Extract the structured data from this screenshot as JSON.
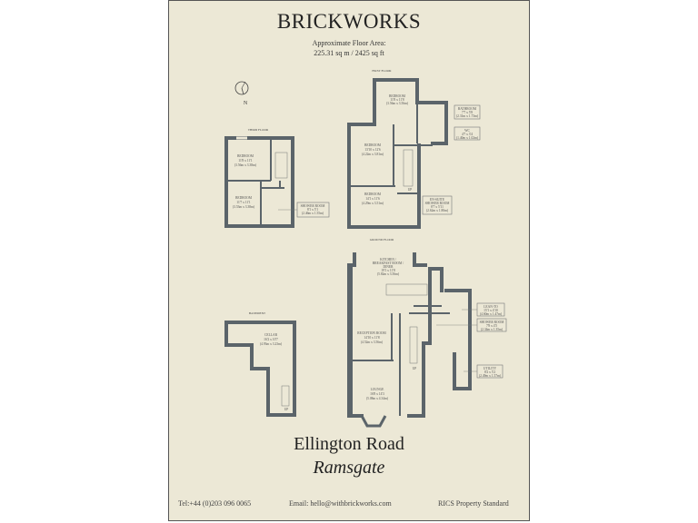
{
  "brand": "BRICKWORKS",
  "floor_area": {
    "label": "Approximate Floor Area:",
    "value": "225.31 sq m / 2425 sq ft"
  },
  "compass": "N",
  "floors": {
    "third": {
      "label": "THIRD FLOOR",
      "rooms": [
        {
          "name": "BEDROOM",
          "imperial": "11'8 x 11'1",
          "metric": "(3.56m x 3.38m)"
        },
        {
          "name": "BEDROOM",
          "imperial": "11'7 x 11'1",
          "metric": "(3.53m x 3.38m)"
        },
        {
          "name": "SHOWER ROOM",
          "imperial": "8'1 x 5'1",
          "metric": "(2.46m x 1.55m)"
        }
      ]
    },
    "first": {
      "label": "FIRST FLOOR",
      "rooms": [
        {
          "name": "BEDROOM",
          "imperial": "11'8 x 11'8",
          "metric": "(3.56m x 3.56m)"
        },
        {
          "name": "BATHROOM",
          "imperial": "7'7 x 5'8",
          "metric": "(2.31m x 1.73m)"
        },
        {
          "name": "WC",
          "imperial": "4'7 x 3'4",
          "metric": "(1.40m x 1.02m)"
        },
        {
          "name": "BEDROOM",
          "imperial": "13'10 x 12'6",
          "metric": "(4.22m x 3.81m)"
        },
        {
          "name": "BEDROOM",
          "imperial": "14'1 x 11'6",
          "metric": "(4.29m x 3.51m)"
        },
        {
          "name": "EN-SUITE",
          "name2": "SHOWER ROOM",
          "imperial": "8'7 x 5'11",
          "metric": "(2.62m x 1.80m)"
        }
      ]
    },
    "ground": {
      "label": "GROUND FLOOR",
      "rooms": [
        {
          "name": "KITCHEN /",
          "name2": "BREAKFAST ROOM /",
          "name3": "DINER",
          "imperial": "19'1 x 11'8",
          "metric": "(5.82m x 3.56m)"
        },
        {
          "name": "LEAN-TO",
          "imperial": "15'1 x 4'10",
          "metric": "(4.60m x 1.47m)"
        },
        {
          "name": "SHOWER ROOM",
          "imperial": "7'8 x 4'5",
          "metric": "(2.34m x 1.35m)"
        },
        {
          "name": "RECEPTION ROOM",
          "imperial": "14'10 x 11'8",
          "metric": "(4.52m x 3.56m)"
        },
        {
          "name": "UTILITY",
          "imperial": "8'2 x 5'2",
          "metric": "(2.49m x 1.57m)"
        },
        {
          "name": "LOUNGE",
          "imperial": "16'8 x 14'3",
          "metric": "(5.08m x 4.34m)"
        }
      ]
    },
    "basement": {
      "label": "BASEMENT",
      "rooms": [
        {
          "name": "CELLAR",
          "imperial": "16'2 x 10'7",
          "metric": "(4.93m x 3.23m)"
        }
      ]
    }
  },
  "stairs_label": "UP",
  "address": {
    "street": "Ellington Road",
    "town": "Ramsgate"
  },
  "footer": {
    "tel": "Tel:+44 (0)203 096 0065",
    "email": "Email:  hello@withbrickworks.com",
    "standard": "RICS Property Standard"
  }
}
